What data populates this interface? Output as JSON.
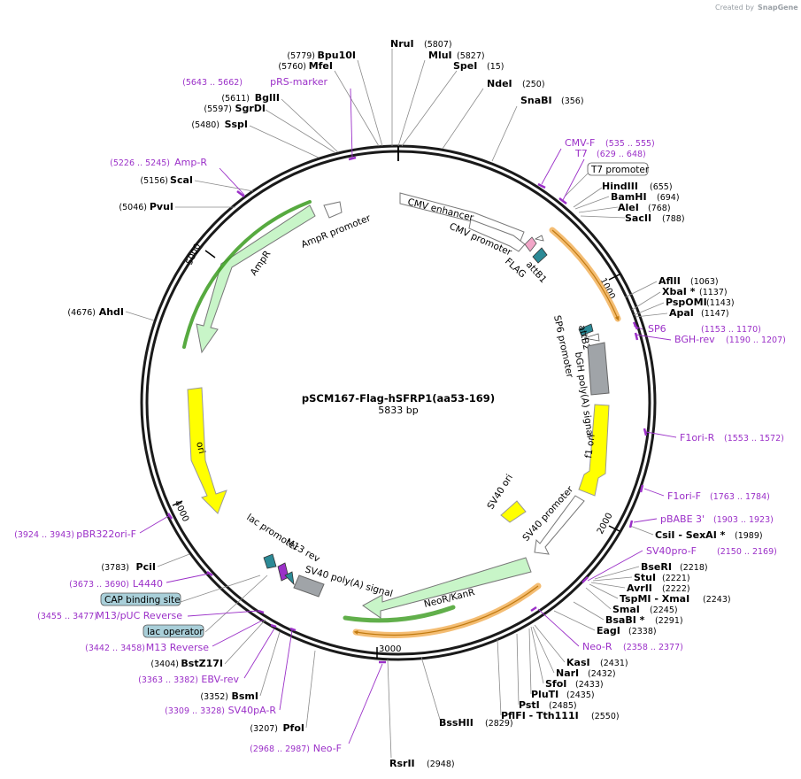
{
  "credit": {
    "text": "Created by",
    "brand": "SnapGene"
  },
  "map": {
    "name": "pSCM167-Flag-hSFRP1(aa53-169)",
    "length": "5833 bp",
    "ticks": [
      "1000",
      "2000",
      "3000",
      "4000",
      "5000"
    ]
  },
  "sites": [
    {
      "name": "NruI",
      "pos": "(5807)"
    },
    {
      "name": "MluI",
      "pos": "(5827)"
    },
    {
      "name": "SpeI",
      "pos": "(15)"
    },
    {
      "name": "NdeI",
      "pos": "(250)"
    },
    {
      "name": "SnaBI",
      "pos": "(356)"
    },
    {
      "name": "Bpu10I",
      "pos": "(5779)"
    },
    {
      "name": "MfeI",
      "pos": "(5760)"
    },
    {
      "name": "BglII",
      "pos": "(5611)"
    },
    {
      "name": "SgrDI",
      "pos": "(5597)"
    },
    {
      "name": "SspI",
      "pos": "(5480)"
    },
    {
      "name": "ScaI",
      "pos": "(5156)"
    },
    {
      "name": "PvuI",
      "pos": "(5046)"
    },
    {
      "name": "AhdI",
      "pos": "(4676)"
    },
    {
      "name": "HindIII",
      "pos": "(655)"
    },
    {
      "name": "BamHI",
      "pos": "(694)"
    },
    {
      "name": "AleI",
      "pos": "(768)"
    },
    {
      "name": "SacII",
      "pos": "(788)"
    },
    {
      "name": "AflII",
      "pos": "(1063)"
    },
    {
      "name": "XbaI *",
      "pos": "(1137)"
    },
    {
      "name": "PspOMI",
      "pos": "(1143)"
    },
    {
      "name": "ApaI",
      "pos": "(1147)"
    },
    {
      "name": "CsiI - SexAI *",
      "pos": "(1989)"
    },
    {
      "name": "BseRI",
      "pos": "(2218)"
    },
    {
      "name": "StuI",
      "pos": "(2221)"
    },
    {
      "name": "AvrII",
      "pos": "(2222)"
    },
    {
      "name": "TspMI - XmaI",
      "pos": "(2243)"
    },
    {
      "name": "SmaI",
      "pos": "(2245)"
    },
    {
      "name": "BsaBI *",
      "pos": "(2291)"
    },
    {
      "name": "EagI",
      "pos": "(2338)"
    },
    {
      "name": "KasI",
      "pos": "(2431)"
    },
    {
      "name": "NarI",
      "pos": "(2432)"
    },
    {
      "name": "SfoI",
      "pos": "(2433)"
    },
    {
      "name": "PluTI",
      "pos": "(2435)"
    },
    {
      "name": "PstI",
      "pos": "(2485)"
    },
    {
      "name": "PflFI - Tth111I",
      "pos": "(2550)"
    },
    {
      "name": "BssHII",
      "pos": "(2829)"
    },
    {
      "name": "RsrII",
      "pos": "(2948)"
    },
    {
      "name": "PfoI",
      "pos": "(3207)"
    },
    {
      "name": "BsmI",
      "pos": "(3352)"
    },
    {
      "name": "BstZ17I",
      "pos": "(3404)"
    },
    {
      "name": "PciI",
      "pos": "(3783)"
    }
  ],
  "primers": [
    {
      "name": "pRS-marker",
      "pos": "(5643 .. 5662)"
    },
    {
      "name": "Amp-R",
      "pos": "(5226 .. 5245)"
    },
    {
      "name": "CMV-F",
      "pos": "(535 .. 555)"
    },
    {
      "name": "T7",
      "pos": "(629 .. 648)"
    },
    {
      "name": "SP6",
      "pos": "(1153 .. 1170)"
    },
    {
      "name": "BGH-rev",
      "pos": "(1190 .. 1207)"
    },
    {
      "name": "F1ori-R",
      "pos": "(1553 .. 1572)"
    },
    {
      "name": "F1ori-F",
      "pos": "(1763 .. 1784)"
    },
    {
      "name": "pBABE 3'",
      "pos": "(1903 .. 1923)"
    },
    {
      "name": "SV40pro-F",
      "pos": "(2150 .. 2169)"
    },
    {
      "name": "Neo-R",
      "pos": "(2358 .. 2377)"
    },
    {
      "name": "Neo-F",
      "pos": "(2968 .. 2987)"
    },
    {
      "name": "SV40pA-R",
      "pos": "(3309 .. 3328)"
    },
    {
      "name": "EBV-rev",
      "pos": "(3363 .. 3382)"
    },
    {
      "name": "M13 Reverse",
      "pos": "(3442 .. 3458)"
    },
    {
      "name": "M13/pUC Reverse",
      "pos": "(3455 .. 3477)"
    },
    {
      "name": "L4440",
      "pos": "(3673 .. 3690)"
    },
    {
      "name": "pBR322ori-F",
      "pos": "(3924 .. 3943)"
    }
  ],
  "boxed_features": [
    "T7 promoter",
    "CAP binding site",
    "lac operator"
  ],
  "features": {
    "cmv_enhancer": "CMV enhancer",
    "cmv_promoter": "CMV promoter",
    "flag": "FLAG",
    "attb1": "attB1",
    "attb2": "attB2",
    "sp6_promoter": "SP6 promoter",
    "bgh": "bGH poly(A) signal",
    "f1ori": "f1 ori",
    "sv40_promoter": "SV40 promoter",
    "sv40_ori": "SV40 ori",
    "neokan": "NeoR/KanR",
    "sv40pa": "SV40 poly(A) signal",
    "m13rev": "M13 rev",
    "lacprom": "lac promoter",
    "ori": "ori",
    "ampr": "AmpR",
    "ampr_promoter": "AmpR promoter"
  },
  "colors": {
    "backbone": "#1a1a1a",
    "primer": "#9b30c8",
    "ori_yellow": "#ffff00",
    "resistance_green": "#c8f5c8",
    "promoter_white": "#ffffff",
    "polyA_gray": "#a0a4a8",
    "orf_highlight_orange": "#f2b15a",
    "orf_highlight_green": "#3a9b1e",
    "box_blue": "#a9cfd9"
  }
}
